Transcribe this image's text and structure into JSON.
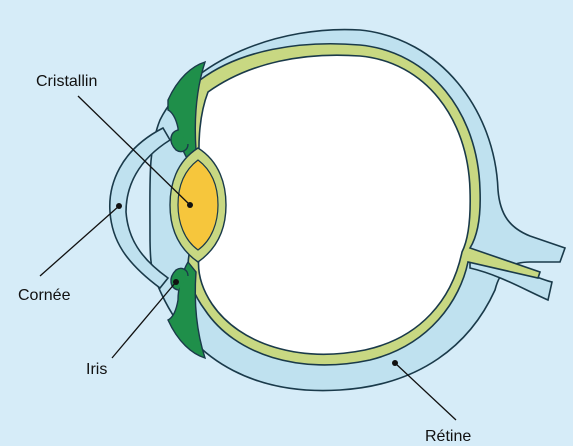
{
  "labels": {
    "cristallin": "Cristallin",
    "cornee": "Cornée",
    "iris": "Iris",
    "retine": "Rétine"
  },
  "colors": {
    "background": "#d6ecf8",
    "sclera": "#bfe1ef",
    "outline": "#1a3a4a",
    "retina": "#c8d882",
    "lens": "#f6c63c",
    "iris": "#1f8f4a",
    "interior": "#ffffff"
  }
}
